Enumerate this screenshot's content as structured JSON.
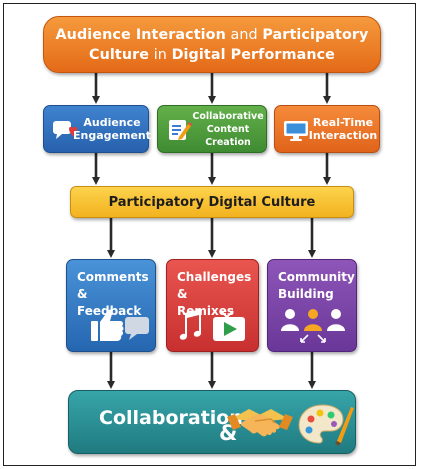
{
  "title": {
    "part1": "Audience Interaction",
    "part2": " and ",
    "part3": "Participatory",
    "part4": "Culture",
    "part5": " in ",
    "part6": "Digital Performance"
  },
  "row2": {
    "engage": {
      "line1": "Audience",
      "line2": "Engagement",
      "icon": "chat-heart-icon"
    },
    "collab": {
      "line1": "Collaborative",
      "line2": "Content Creation",
      "icon": "edit-document-icon"
    },
    "realtime": {
      "line1": "Real-Time",
      "line2": "Interaction",
      "icon": "monitor-icon"
    }
  },
  "culture": {
    "label": "Participatory Digital Culture"
  },
  "row4": {
    "comments": {
      "line1": "Comments &",
      "line2": "Feedback",
      "icon": "thumbs-up-chat-icon"
    },
    "challenges": {
      "line1": "Challenges &",
      "line2": "Remixes",
      "icon": "music-video-icon"
    },
    "community": {
      "line1": "Community",
      "line2": "Building",
      "icon": "people-network-icon"
    }
  },
  "final": {
    "word": "Collaboration",
    "amp": "&",
    "icons": [
      "handshake-icon",
      "palette-icon"
    ]
  },
  "colors": {
    "title": "#e46a18",
    "engage": "#2861ad",
    "collab": "#3f8b32",
    "realtime": "#e0641b",
    "culture": "#f3b21f",
    "comments": "#2566b0",
    "challenges": "#c7302f",
    "community": "#6a3799",
    "final": "#1f7b80"
  }
}
